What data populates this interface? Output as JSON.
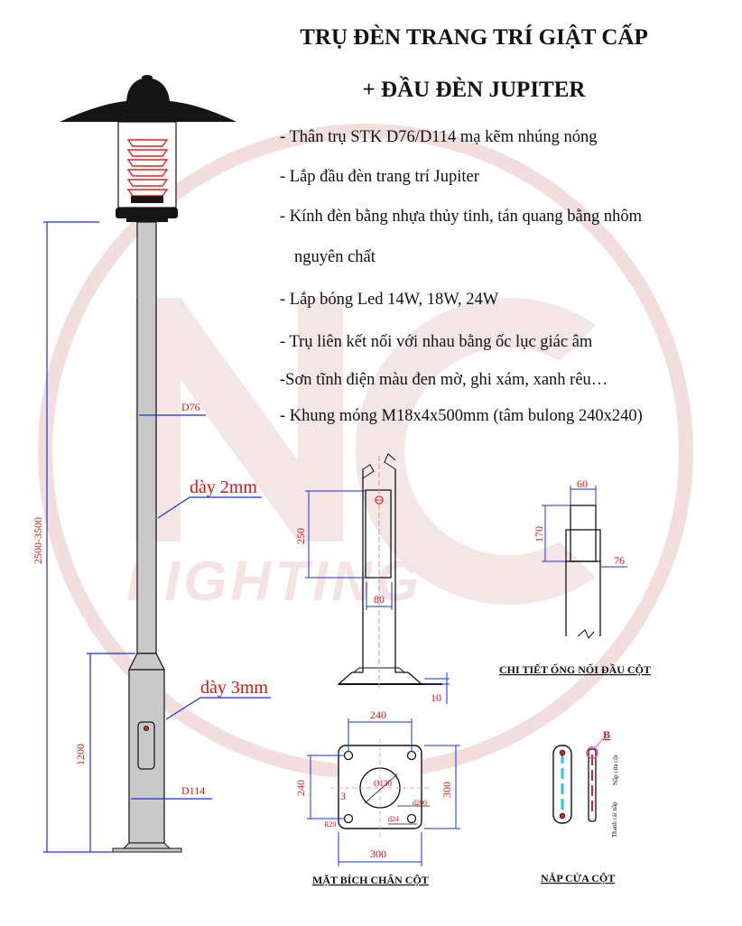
{
  "title": {
    "line1": "TRỤ ĐÈN TRANG TRÍ GIẬT CẤP",
    "line2": "+ ĐẦU ĐÈN JUPITER"
  },
  "specs": [
    "- Thân trụ STK D76/D114 mạ kẽm nhúng nóng",
    "- Lắp đầu đèn trang trí Jupiter",
    "- Kính đèn bằng nhựa thủy tinh, tán quang bằng nhôm",
    "nguyên chất",
    "- Lắp bóng Led 14W, 18W, 24W",
    "- Trụ liên kết nối với nhau bằng ốc lục giác âm",
    "-Sơn tĩnh điện màu đen mờ, ghi xám, xanh rêu…",
    "- Khung móng M18x4x500mm (tâm bulong 240x240)"
  ],
  "pole": {
    "height_label": "2500-3500",
    "base_height_label": "1200",
    "upper_diameter": "D76",
    "lower_diameter": "D114",
    "upper_thickness": "dày 2mm",
    "lower_thickness": "dày 3mm"
  },
  "base_detail": {
    "dim_height": "250",
    "dim_width": "80",
    "dim_plate": "10"
  },
  "connector_detail": {
    "dim_top": "60",
    "dim_height": "170",
    "dim_outer": "76",
    "caption": "CHI TIẾT ỐNG NỐI ĐẦU CỘT"
  },
  "flange_detail": {
    "bolt_spacing_w": "240",
    "bolt_spacing_h": "240",
    "plate_w": "300",
    "plate_h": "300",
    "center_hole": "Ø130",
    "hole_d": "d200",
    "small_hole": "d24",
    "corner_radius": "R20",
    "thickness": "3",
    "caption": "MẶT BÍCH CHÂN CỘT"
  },
  "door_detail": {
    "marker": "B",
    "label_cover": "Nắp cửa cột",
    "label_bar": "Thanh cài nắp",
    "caption": "NẮP CỬA CỘT"
  },
  "watermark": {
    "text": "LIGHTING"
  },
  "colors": {
    "dimension": "#dd1111",
    "dimension_line": "#1a2fe0",
    "pole_fill": "#c9c9c9",
    "lamp_red": "#e32020",
    "outline": "#111111"
  }
}
